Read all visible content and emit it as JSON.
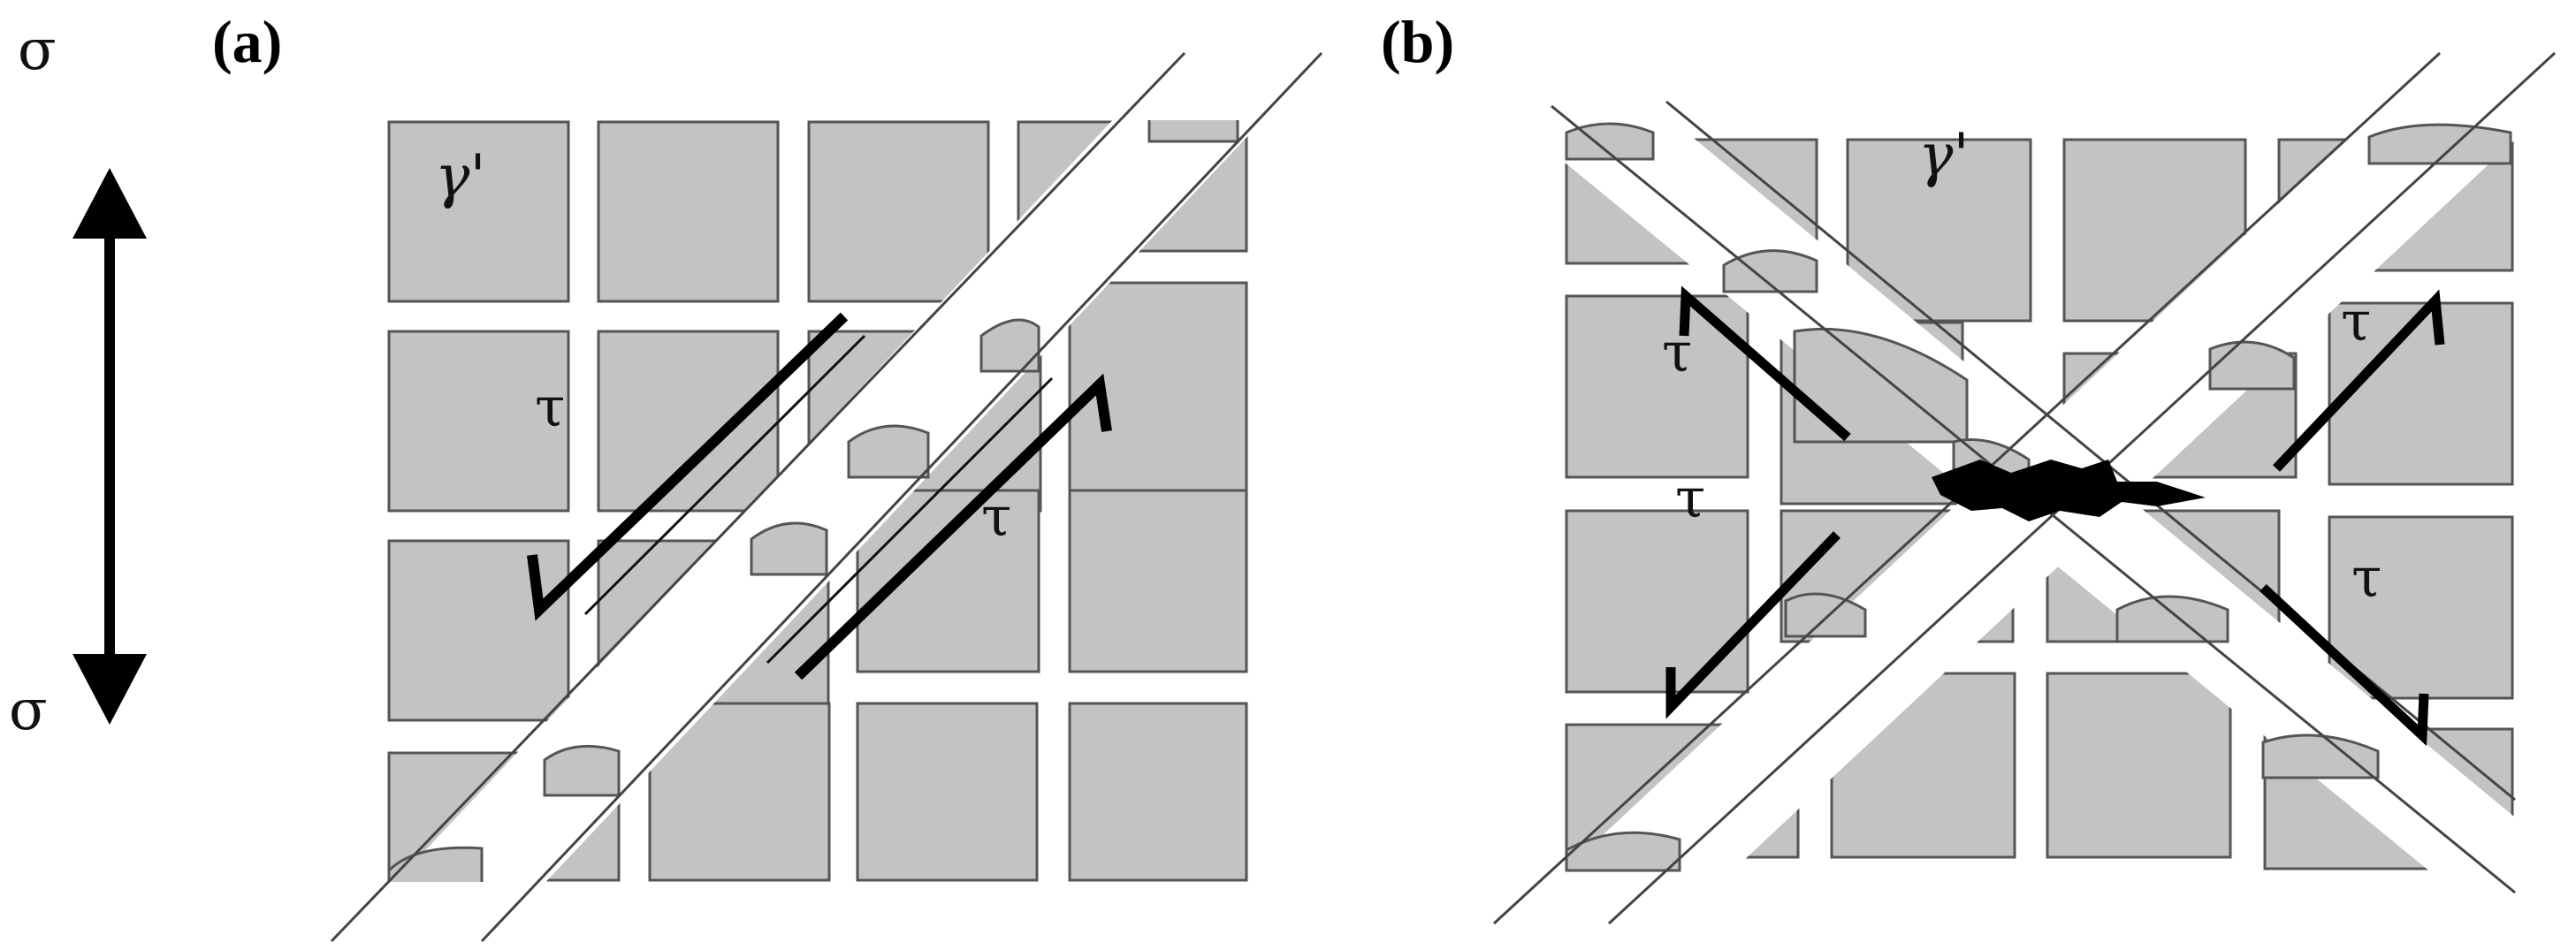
{
  "stress_axis": {
    "top_symbol": "σ",
    "bottom_symbol": "σ"
  },
  "panels": [
    {
      "label": "(a)",
      "labels": {
        "gamma_prime": "γ'",
        "tau_1": "τ",
        "tau_2": "τ"
      }
    },
    {
      "label": "(b)",
      "labels": {
        "gamma_prime": "γ'",
        "tau_1": "τ",
        "tau_2": "τ",
        "tau_3": "τ",
        "tau_4": "τ"
      }
    }
  ],
  "colors": {
    "precipitate_fill": "#c3c3c3",
    "precipitate_edge": "#555555",
    "shear_band": "#ffffff",
    "line": "#444444",
    "arrow": "#000000",
    "crack": "#000000"
  }
}
